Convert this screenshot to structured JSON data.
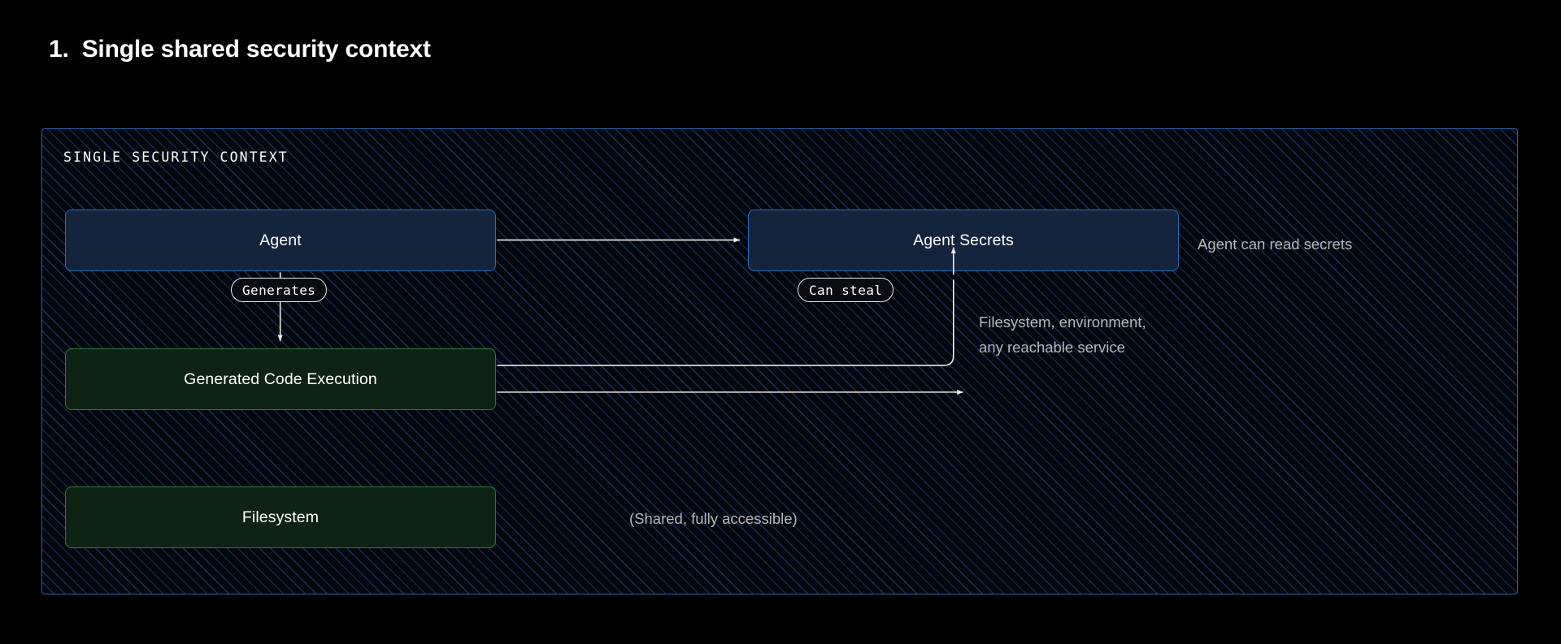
{
  "title": {
    "number": "1.",
    "text": "Single shared security context"
  },
  "panel": {
    "label": "SINGLE SECURITY CONTEXT",
    "border_color": "#2763a6",
    "background_color": "#04060d",
    "hatch_color": "#1f508c"
  },
  "nodes": [
    {
      "id": "agent",
      "label": "Agent",
      "fill": "#14243d",
      "border": "#2a6bb5"
    },
    {
      "id": "secrets",
      "label": "Agent Secrets",
      "fill": "#14243d",
      "border": "#2a6bb5"
    },
    {
      "id": "codeexec",
      "label": "Generated Code Execution",
      "fill": "#0e2314",
      "border": "#2d7a3e"
    },
    {
      "id": "filesystem",
      "label": "Filesystem",
      "fill": "#0e2314",
      "border": "#2d7a3e"
    }
  ],
  "edge_labels": [
    {
      "id": "generates",
      "label": "Generates"
    },
    {
      "id": "cansteal",
      "label": "Can steal"
    }
  ],
  "annotations": [
    {
      "id": "read-secrets",
      "text": "Agent can read secrets"
    },
    {
      "id": "reach",
      "text": "Filesystem, environment,\nany reachable service"
    },
    {
      "id": "shared",
      "text": "(Shared, fully accessible)"
    }
  ],
  "colors": {
    "background": "#000000",
    "text_primary": "#ffffff",
    "text_muted": "#b4b8bd",
    "edge": "#e8eaec"
  }
}
